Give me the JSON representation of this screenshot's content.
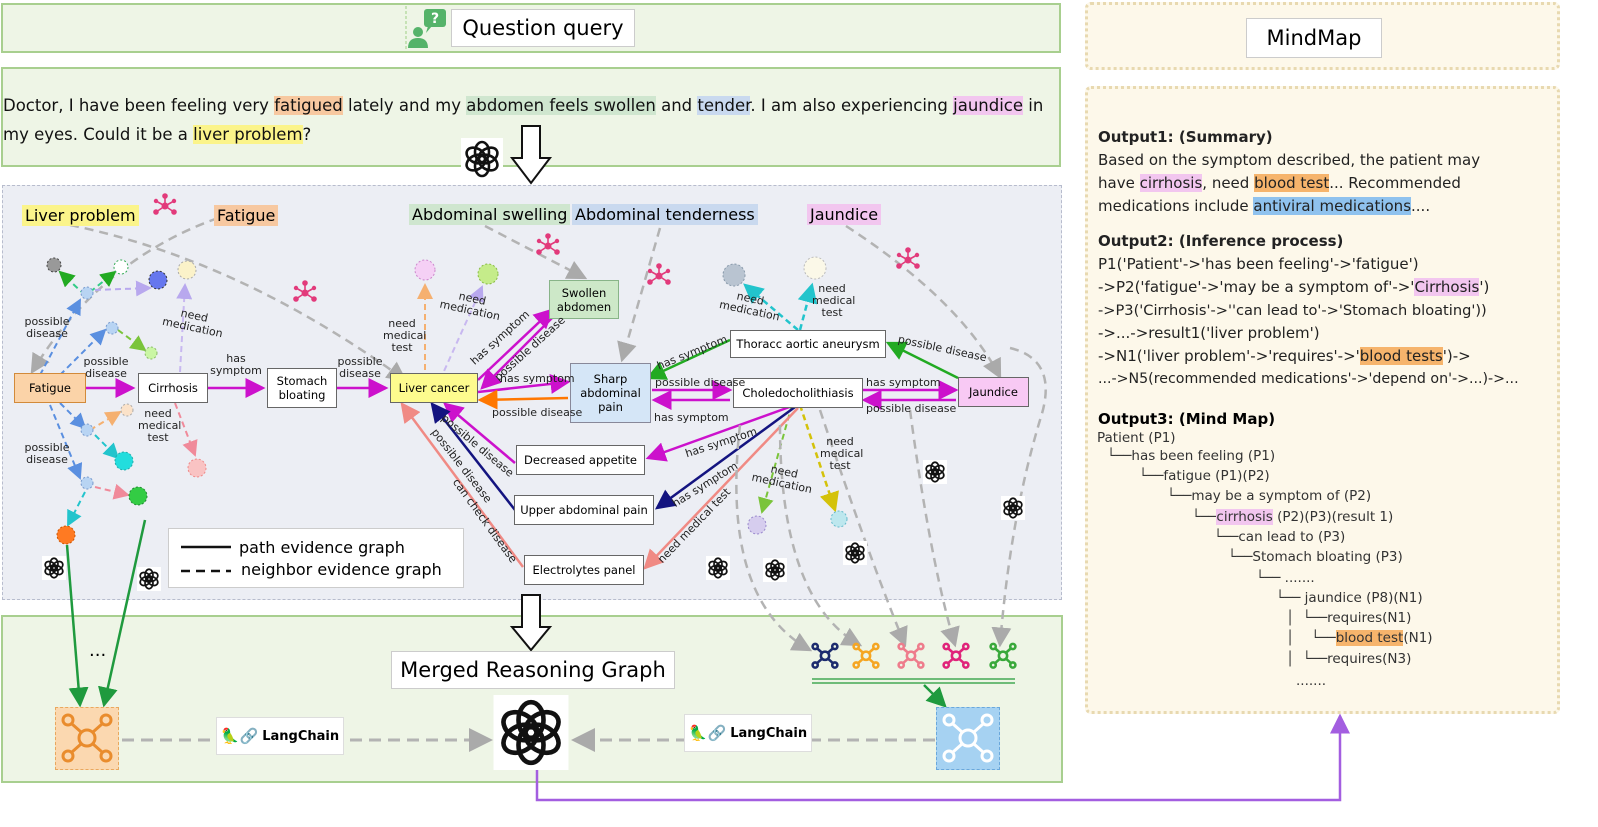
{
  "question_query_title": "Question query",
  "mindmap_title": "MindMap",
  "merged_title": "Merged Reasoning Graph",
  "question": {
    "p1": "Doctor, I have been feeling very ",
    "h1": "fatigued",
    "p2": " lately and my ",
    "h2": "abdomen feels swollen",
    "p3": " and ",
    "h3": "tender",
    "p4": ". I am also experiencing ",
    "h4": "jaundice",
    "p5": " in my eyes. Could it be a ",
    "h5": "liver problem",
    "p6": "?"
  },
  "entities": {
    "liver": "Liver problem",
    "fatigue": "Fatigue",
    "swelling": "Abdominal swelling",
    "tenderness": "Abdominal tenderness",
    "jaundice": "Jaundice"
  },
  "nodes": {
    "fatigue": "Fatigue",
    "cirrhosis": "Cirrhosis",
    "stomach": "Stomach bloating",
    "liver_cancer": "Liver cancer",
    "swollen": "Swollen abdomen",
    "sharp": "Sharp abdominal pain",
    "choledo": "Choledocholithiasis",
    "thoracc": "Thoracc aortic aneurysm",
    "jaundice": "Jaundice",
    "appetite": "Decreased appetite",
    "upper": "Upper abdominal pain",
    "electro": "Electrolytes panel"
  },
  "edge_labels": {
    "possible_disease": "possible disease",
    "need_medication": "need medication",
    "has_symptom": "has symptom",
    "need_medical_test": "need medical test",
    "can_check_disease": "can check disease"
  },
  "legend": {
    "path": "path evidence graph",
    "neighbor": "neighbor evidence graph"
  },
  "langchain": "LangChain",
  "ellipsis": "...",
  "outputs": {
    "o1_head": "Output1: (Summary)",
    "o1_l1": "Based on the symptom described, the patient may",
    "o1_l2a": "have ",
    "o1_h1": "cirrhosis",
    "o1_l2b": ", need ",
    "o1_h2": "blood test",
    "o1_l2c": "... Recommended",
    "o1_l3a": "medications include ",
    "o1_h3": "antiviral medications",
    "o1_l3b": "....",
    "o2_head": "Output2: (Inference process)",
    "o2_l1": "P1('Patient'->'has been feeling'->'fatigue')",
    "o2_l2a": "->P2('fatigue'->'may be a symptom of'->'",
    "o2_l2h": "Cirrhosis",
    "o2_l2b": "')",
    "o2_l3": "->P3('Cirrhosis'->''can lead to'->'Stomach bloating'))",
    "o2_l4": "->...->result1('liver problem')",
    "o2_l5a": "->N1('liver problem'->'requires'->'",
    "o2_l5h": "blood tests",
    "o2_l5b": "')->",
    "o2_l6": "...->N5(recommended medications'->'depend on'->...)->...",
    "o3_head": "Output3: (Mind Map)"
  },
  "tree": {
    "t0": "Patient (P1)",
    "t1": "└──has been feeling (P1)",
    "t2": "└──fatigue (P1)(P2)",
    "t3": "└──may be a symptom of (P2)",
    "t4a": "└──",
    "t4h": "cirrhosis",
    "t4b": " (P2)(P3)(result 1)",
    "t5": "└──can lead to (P3)",
    "t6": "└──Stomach bloating (P3)",
    "t7": "└── .......",
    "t8": "└── jaundice (P8)(N1)",
    "t9": "│  └──requires(N1)",
    "t10a": "│    └──",
    "t10h": "blood test",
    "t10b": "(N1)",
    "t11": "│  └──requires(N3)",
    "t12": "......."
  },
  "colors": {
    "green_panel": "#eef5e6",
    "green_border": "#a8cf8f",
    "magenta": "#cc11cc",
    "orange": "#ff7700",
    "navy": "#141480",
    "salmon": "#f08a84",
    "bright_green": "#22bb22",
    "purple": "#a35ee0"
  }
}
